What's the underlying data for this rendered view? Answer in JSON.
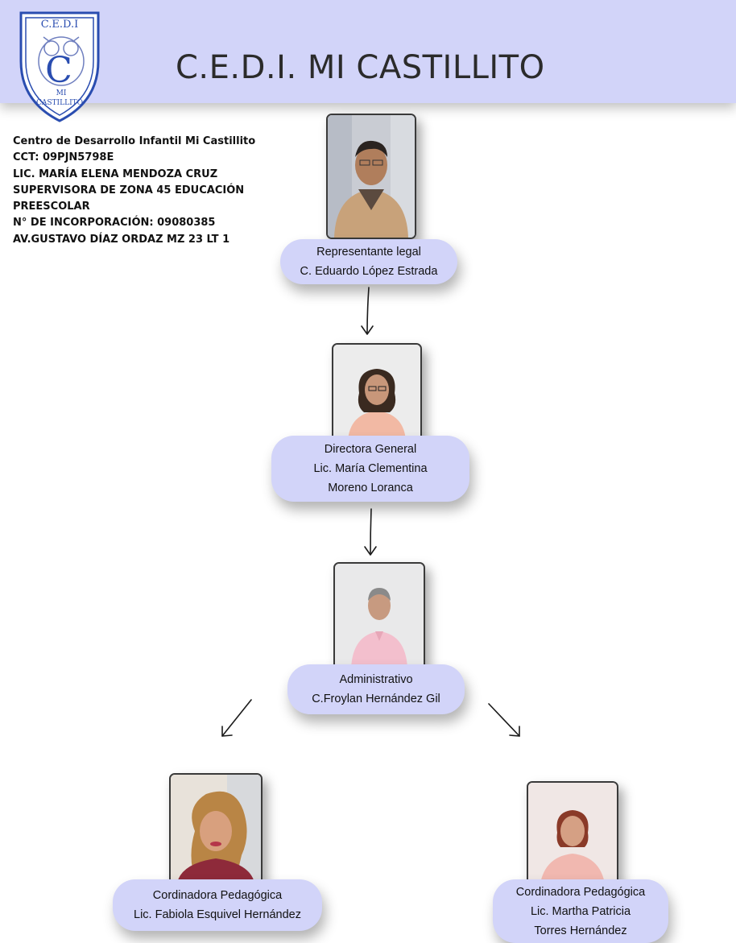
{
  "header": {
    "title": "C.E.D.I. MI CASTILLITO",
    "background": "#d2d4f9",
    "logo": {
      "icon": "owl-shield-logo-icon",
      "top_text": "C.E.D.I",
      "initial": "C",
      "bottom_line1": "MI",
      "bottom_line2": "CASTILLITO",
      "color": "#2a4db0"
    }
  },
  "info": [
    "Centro de Desarrollo Infantil Mi Castillito",
    "CCT: 09PJN5798E",
    "LIC. MARÍA ELENA MENDOZA CRUZ",
    "SUPERVISORA DE ZONA 45 EDUCACIÓN",
    "PREESCOLAR",
    "N° DE INCORPORACIÓN: 09080385",
    "AV.GUSTAVO DÍAZ ORDAZ MZ 23 LT 1"
  ],
  "nodes": [
    {
      "role": "Representante legal",
      "name_lines": [
        "C. Eduardo López Estrada"
      ]
    },
    {
      "role": "Directora General",
      "name_lines": [
        "Lic. María Clementina",
        "Moreno Loranca"
      ]
    },
    {
      "role": "Administrativo",
      "name_lines": [
        "C.Froylan Hernández Gil"
      ]
    },
    {
      "role": "Cordinadora Pedagógica",
      "name_lines": [
        "Lic. Fabiola Esquivel Hernández"
      ]
    },
    {
      "role": "Cordinadora Pedagógica",
      "name_lines": [
        "Lic. Martha Patricia",
        "Torres Hernández"
      ]
    }
  ],
  "colors": {
    "pill": "#d2d4f9",
    "text": "#111111"
  }
}
